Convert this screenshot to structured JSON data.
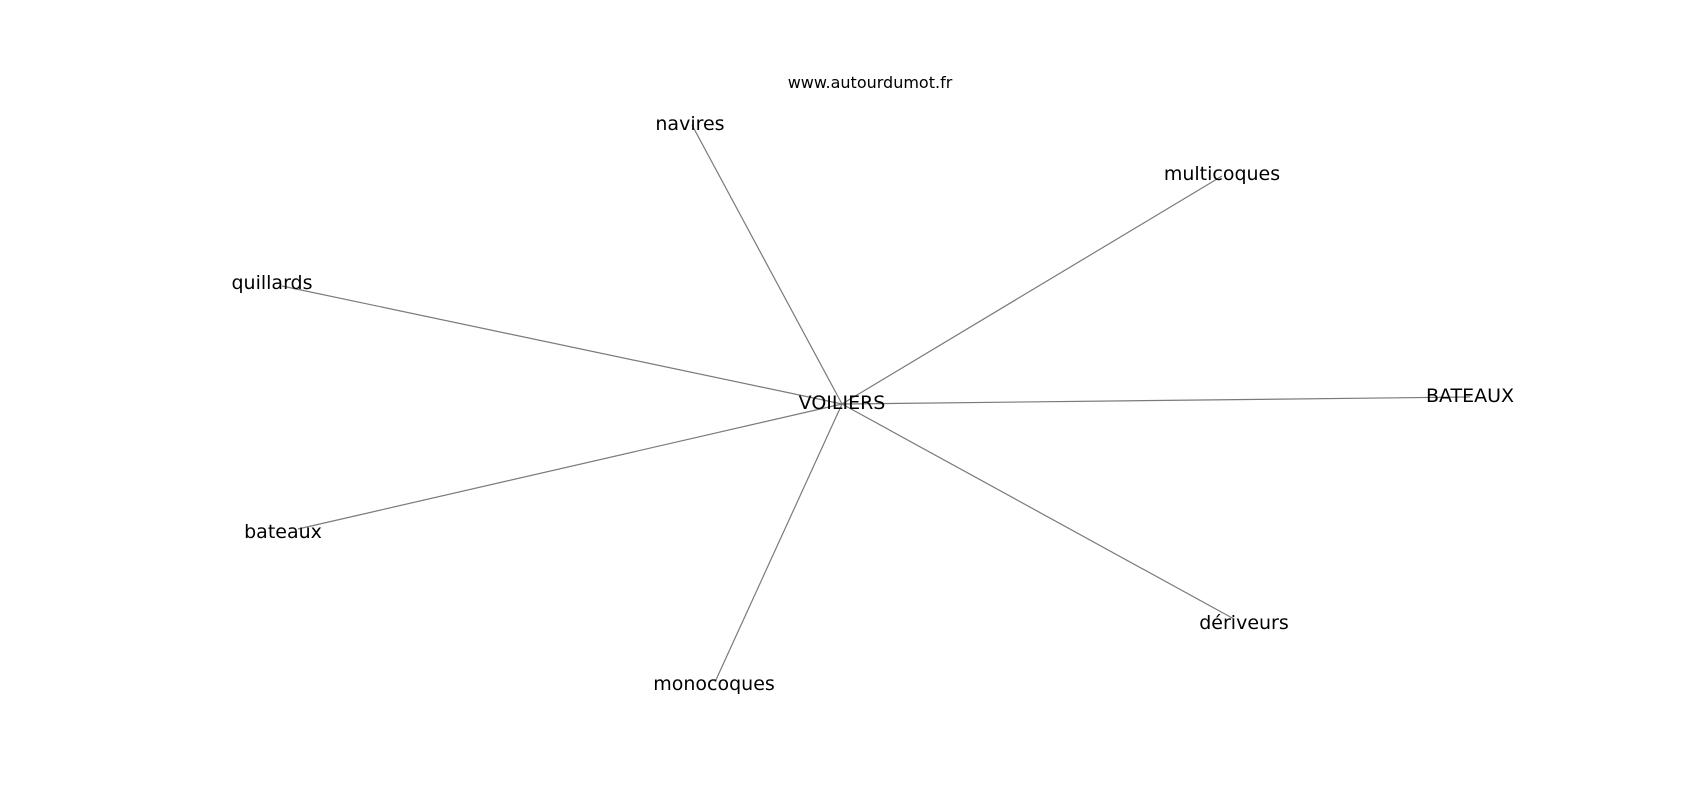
{
  "watermark": "www.autourdumot.fr",
  "graph": {
    "center": "VOILIERS",
    "nodes": [
      {
        "id": "navires",
        "label": "navires"
      },
      {
        "id": "multicoques",
        "label": "multicoques"
      },
      {
        "id": "quillards",
        "label": "quillards"
      },
      {
        "id": "bateaux-upper",
        "label": "BATEAUX"
      },
      {
        "id": "bateaux",
        "label": "bateaux"
      },
      {
        "id": "deriveurs",
        "label": "dériveurs"
      },
      {
        "id": "monocoques",
        "label": "monocoques"
      }
    ],
    "edges": [
      {
        "from": "VOILIERS",
        "to": "navires"
      },
      {
        "from": "VOILIERS",
        "to": "multicoques"
      },
      {
        "from": "VOILIERS",
        "to": "quillards"
      },
      {
        "from": "VOILIERS",
        "to": "bateaux-upper"
      },
      {
        "from": "VOILIERS",
        "to": "bateaux"
      },
      {
        "from": "VOILIERS",
        "to": "deriveurs"
      },
      {
        "from": "VOILIERS",
        "to": "monocoques"
      }
    ],
    "colors": {
      "edge": "#7a7a7a",
      "text": "#000000",
      "background": "#ffffff"
    }
  }
}
